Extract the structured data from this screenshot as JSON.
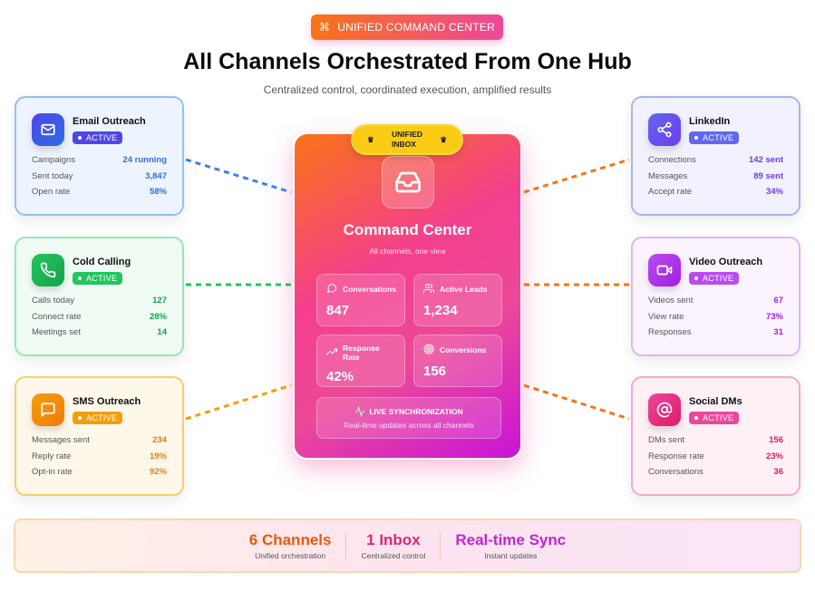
{
  "header": {
    "pill_icon": "⌘",
    "pill_label": "UNIFIED COMMAND CENTER",
    "title": "All Channels Orchestrated From One Hub",
    "subtitle": "Centralized control, coordinated execution, amplified results"
  },
  "channels": [
    {
      "id": "email",
      "name": "Email Outreach",
      "status": "ACTIVE",
      "icon": "mail-icon",
      "color": "#2f6bea",
      "color2": "#4f46e5",
      "border": "#93c0f5",
      "bg": "#eef4fd",
      "rows": [
        {
          "label": "Campaigns",
          "value": "24 running"
        },
        {
          "label": "Sent today",
          "value": "3,847"
        },
        {
          "label": "Open rate",
          "value": "58%"
        }
      ]
    },
    {
      "id": "cold-calling",
      "name": "Cold Calling",
      "status": "ACTIVE",
      "icon": "phone-icon",
      "color": "#16a34a",
      "color2": "#22c55e",
      "border": "#9be5b3",
      "bg": "#effbf3",
      "rows": [
        {
          "label": "Calls today",
          "value": "127"
        },
        {
          "label": "Connect rate",
          "value": "28%"
        },
        {
          "label": "Meetings set",
          "value": "14"
        }
      ]
    },
    {
      "id": "sms",
      "name": "SMS Outreach",
      "status": "ACTIVE",
      "icon": "message-icon",
      "color": "#f07a0c",
      "color2": "#f59e0b",
      "border": "#f5cf6a",
      "bg": "#fef8ea",
      "rows": [
        {
          "label": "Messages sent",
          "value": "234"
        },
        {
          "label": "Reply rate",
          "value": "19%"
        },
        {
          "label": "Opt-in rate",
          "value": "92%"
        }
      ]
    },
    {
      "id": "linkedin",
      "name": "LinkedIn",
      "status": "ACTIVE",
      "icon": "share-icon",
      "color": "#6d3cf0",
      "color2": "#6366f1",
      "border": "#abb3ef",
      "bg": "#f1f2fd",
      "rows": [
        {
          "label": "Connections",
          "value": "142 sent"
        },
        {
          "label": "Messages",
          "value": "89 sent"
        },
        {
          "label": "Accept rate",
          "value": "34%"
        }
      ]
    },
    {
      "id": "video",
      "name": "Video Outreach",
      "status": "ACTIVE",
      "icon": "video-icon",
      "color": "#a11fe0",
      "color2": "#b94cf0",
      "border": "#dcb7f5",
      "bg": "#fbf3fe",
      "rows": [
        {
          "label": "Videos sent",
          "value": "67"
        },
        {
          "label": "View rate",
          "value": "73%"
        },
        {
          "label": "Responses",
          "value": "31"
        }
      ]
    },
    {
      "id": "social",
      "name": "Social DMs",
      "status": "ACTIVE",
      "icon": "at-icon",
      "color": "#e0186a",
      "color2": "#ec4899",
      "border": "#f4aacb",
      "bg": "#fef1f6",
      "rows": [
        {
          "label": "DMs sent",
          "value": "156"
        },
        {
          "label": "Response rate",
          "value": "23%"
        },
        {
          "label": "Conversations",
          "value": "36"
        }
      ]
    }
  ],
  "center": {
    "badge": "UNIFIED INBOX",
    "badge_line1": "UNIFIED",
    "badge_line2": "INBOX",
    "title": "Command Center",
    "subtitle": "All channels, one view",
    "stats": [
      {
        "label": "Conversations",
        "value": "847",
        "icon": "chat-icon"
      },
      {
        "label": "Active Leads",
        "value": "1,234",
        "icon": "users-icon"
      },
      {
        "label": "Response Rate",
        "value": "42%",
        "icon": "trending-up-icon"
      },
      {
        "label": "Conversions",
        "value": "156",
        "icon": "target-icon"
      }
    ],
    "live_title": "LIVE SYNCHRONIZATION",
    "live_subtitle": "Real-time updates across all channels"
  },
  "footer": [
    {
      "value": "6 Channels",
      "label": "Unified orchestration",
      "color": "#ea580c"
    },
    {
      "value": "1 Inbox",
      "label": "Centralized control",
      "color": "#db2777"
    },
    {
      "value": "Real-time Sync",
      "label": "Instant updates",
      "color": "#c026d3"
    }
  ]
}
